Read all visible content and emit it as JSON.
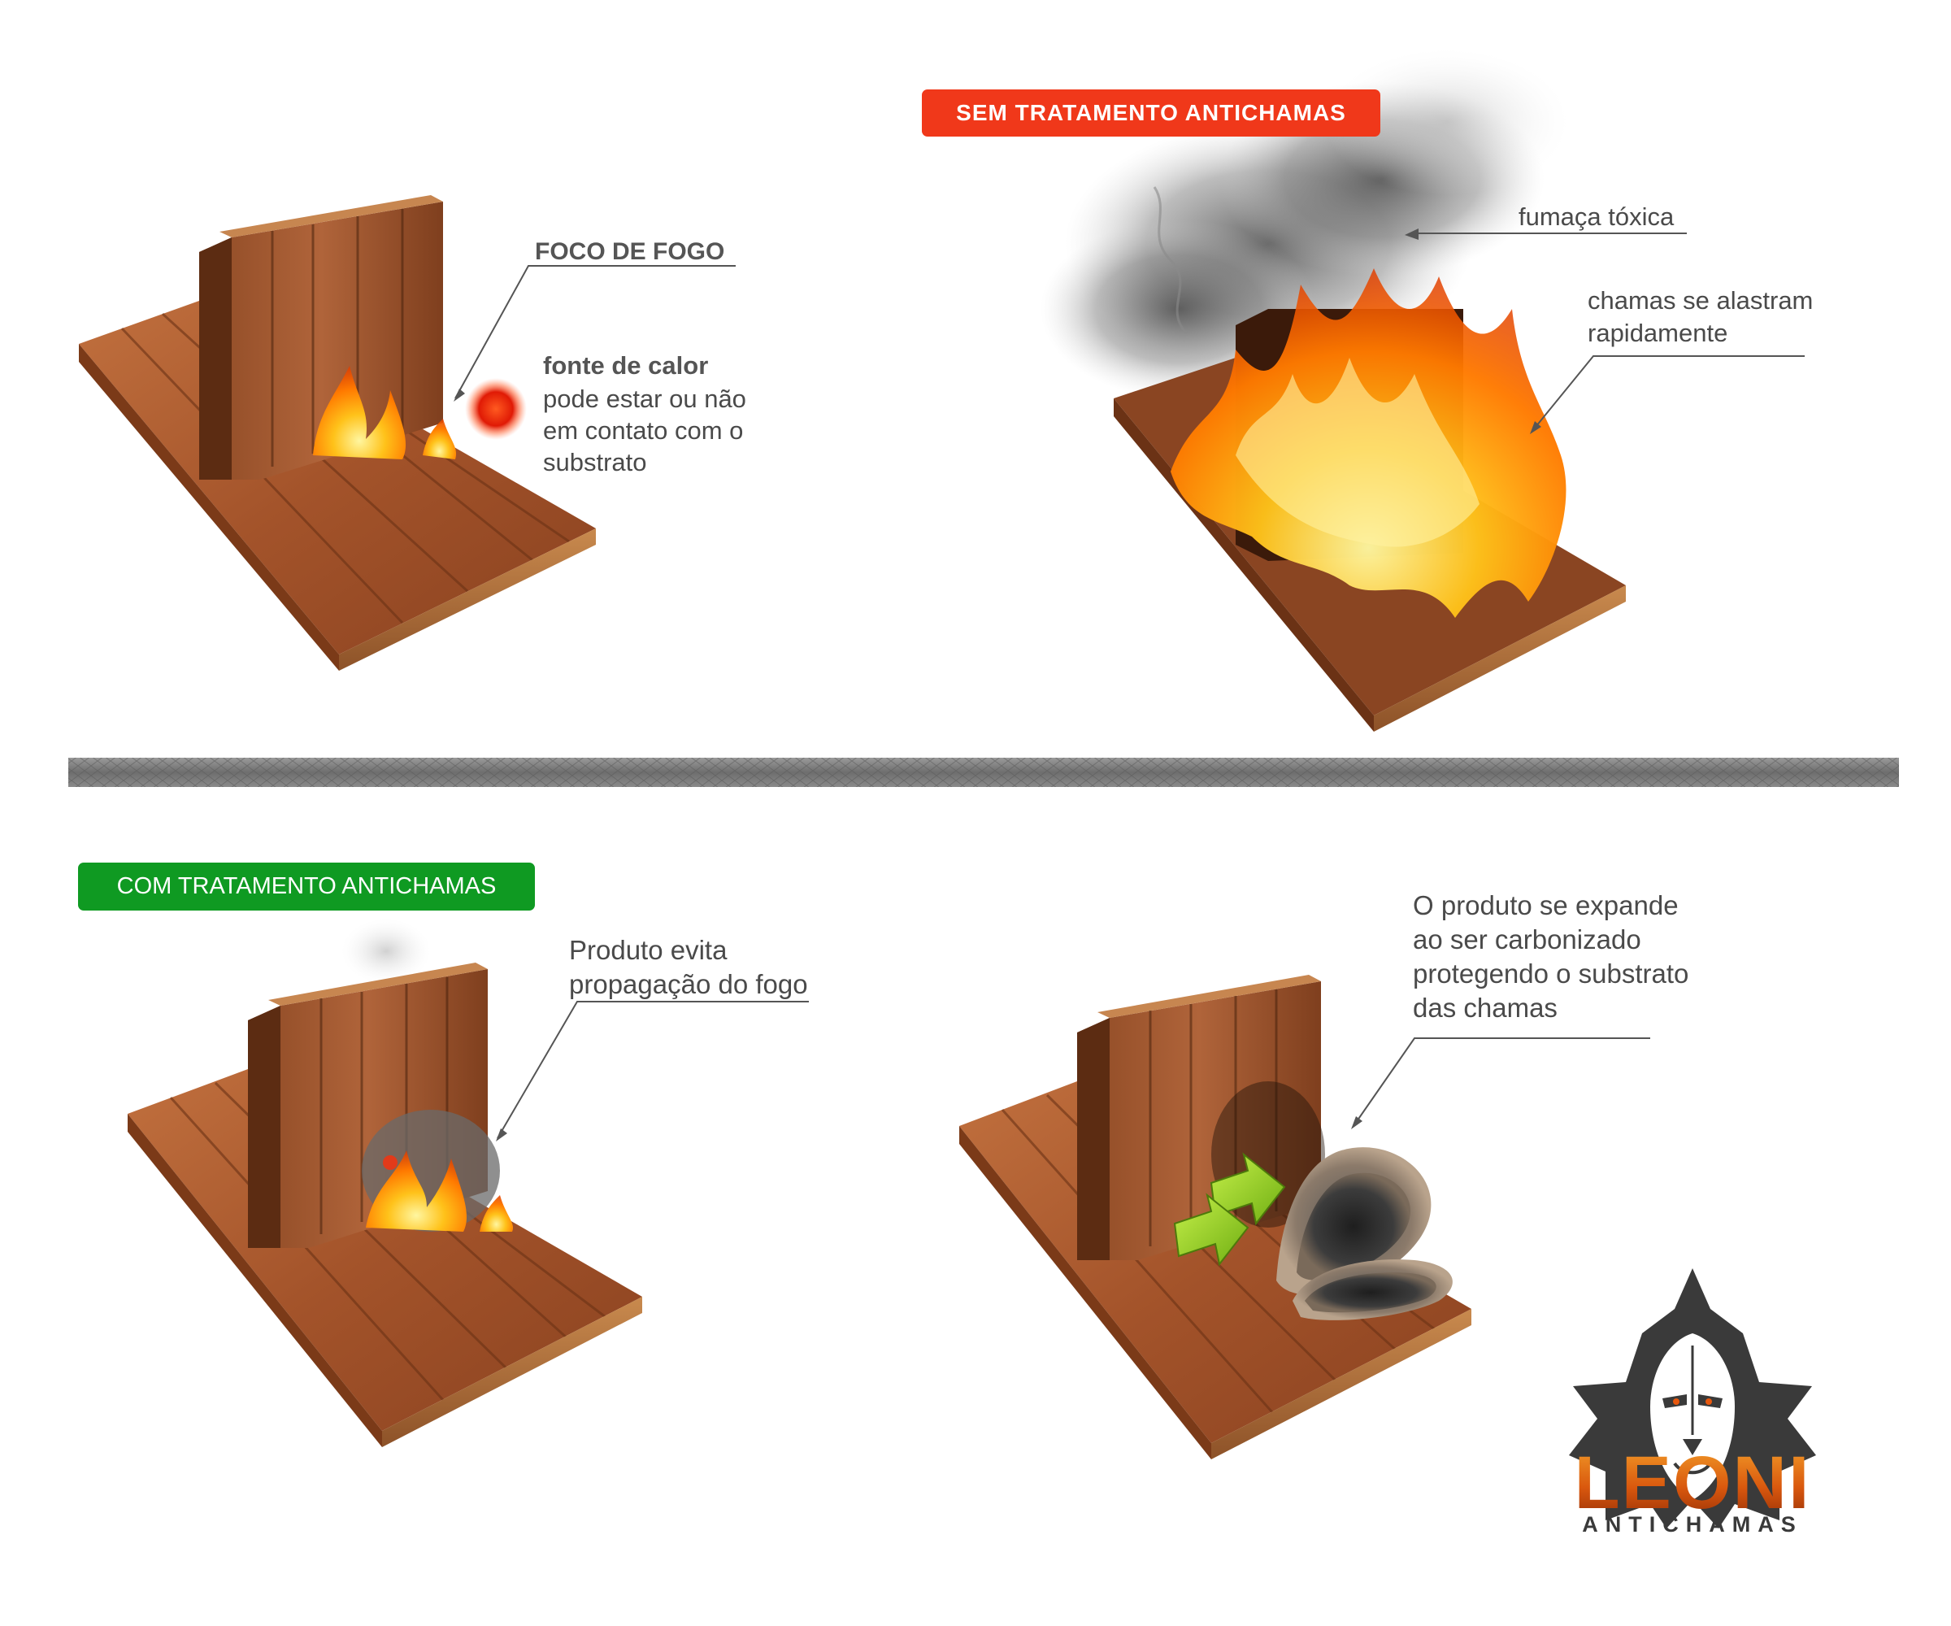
{
  "panel_top_left": {
    "heading": "FOCO DE FOGO",
    "heat_title": "fonte de calor",
    "heat_lines": [
      "pode estar ou não",
      "em contato com o",
      "substrato"
    ]
  },
  "panel_top_right": {
    "tag": "SEM TRATAMENTO ANTICHAMAS",
    "smoke_label": "fumaça tóxica",
    "flames_lines": [
      "chamas se alastram",
      "rapidamente"
    ]
  },
  "panel_bottom_left": {
    "tag": "COM TRATAMENTO ANTICHAMAS",
    "lines": [
      "Produto evita",
      "propagação do fogo"
    ]
  },
  "panel_bottom_right": {
    "lines": [
      "O produto se expande",
      "ao ser carbonizado",
      "protegendo o substrato",
      "das chamas"
    ]
  },
  "logo": {
    "name": "LEONI",
    "subtitle": "ANTICHAMAS",
    "icon": "lion-head-icon"
  },
  "colors": {
    "red_tag": "#f0381a",
    "green_tag": "#0f9a22",
    "wood": "#a0522d",
    "flame": "#ff8c00",
    "text": "#4a4a4a"
  }
}
